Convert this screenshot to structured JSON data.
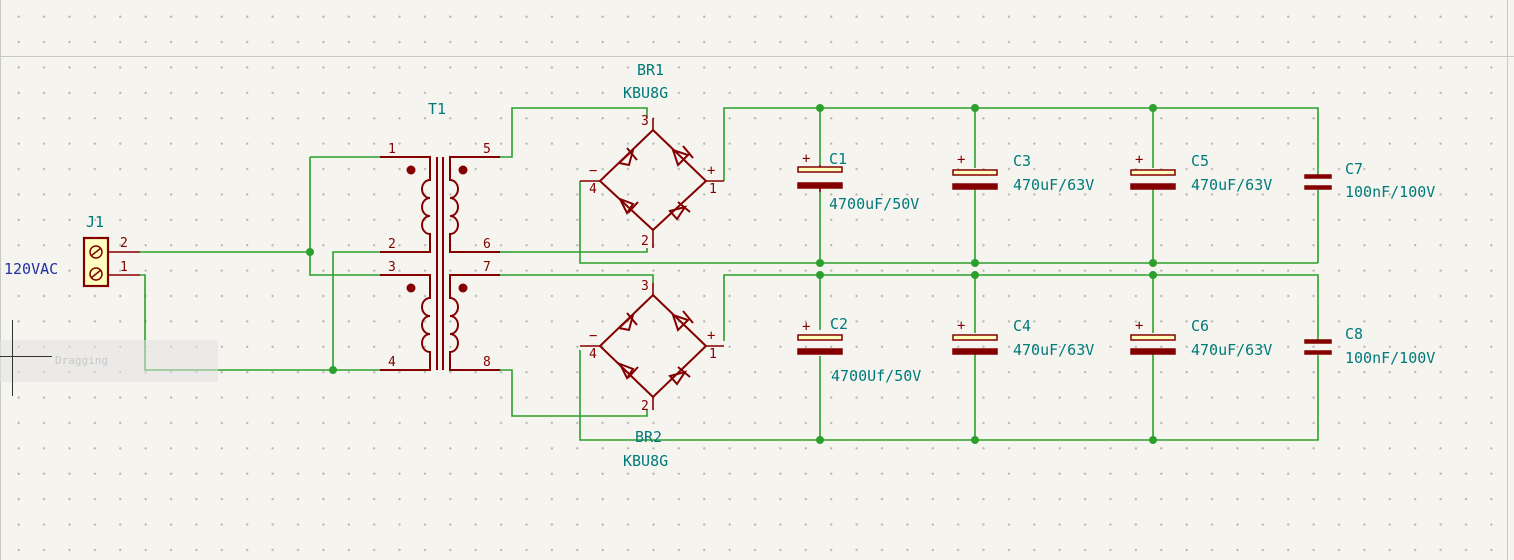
{
  "components": {
    "J1": {
      "ref": "J1",
      "value": "120VAC",
      "pins": [
        "2",
        "1"
      ]
    },
    "T1": {
      "ref": "T1",
      "pins": [
        "1",
        "2",
        "3",
        "4",
        "5",
        "6",
        "7",
        "8"
      ]
    },
    "BR1": {
      "ref": "BR1",
      "value": "KBU8G",
      "pins": [
        "3",
        "4",
        "1",
        "2"
      ]
    },
    "BR2": {
      "ref": "BR2",
      "value": "KBU8G",
      "pins": [
        "3",
        "4",
        "1",
        "2"
      ]
    },
    "C1": {
      "ref": "C1",
      "value": "4700uF/50V"
    },
    "C2": {
      "ref": "C2",
      "value": "4700Uf/50V"
    },
    "C3": {
      "ref": "C3",
      "value": "470uF/63V"
    },
    "C4": {
      "ref": "C4",
      "value": "470uF/63V"
    },
    "C5": {
      "ref": "C5",
      "value": "470uF/63V"
    },
    "C6": {
      "ref": "C6",
      "value": "470uF/63V"
    },
    "C7": {
      "ref": "C7",
      "value": "100nF/100V"
    },
    "C8": {
      "ref": "C8",
      "value": "100nF/100V"
    }
  },
  "symbols": {
    "plus": "+",
    "minus": "−"
  },
  "tooltip": {
    "text": "Dragging"
  },
  "colors": {
    "wire": "#2ca02c",
    "symbol": "#840000",
    "reference_text": "#007a7a",
    "net_label": "#2030a0",
    "background": "#f5f4ef"
  },
  "icons": {
    "cursor": "crosshair-cursor-icon"
  }
}
